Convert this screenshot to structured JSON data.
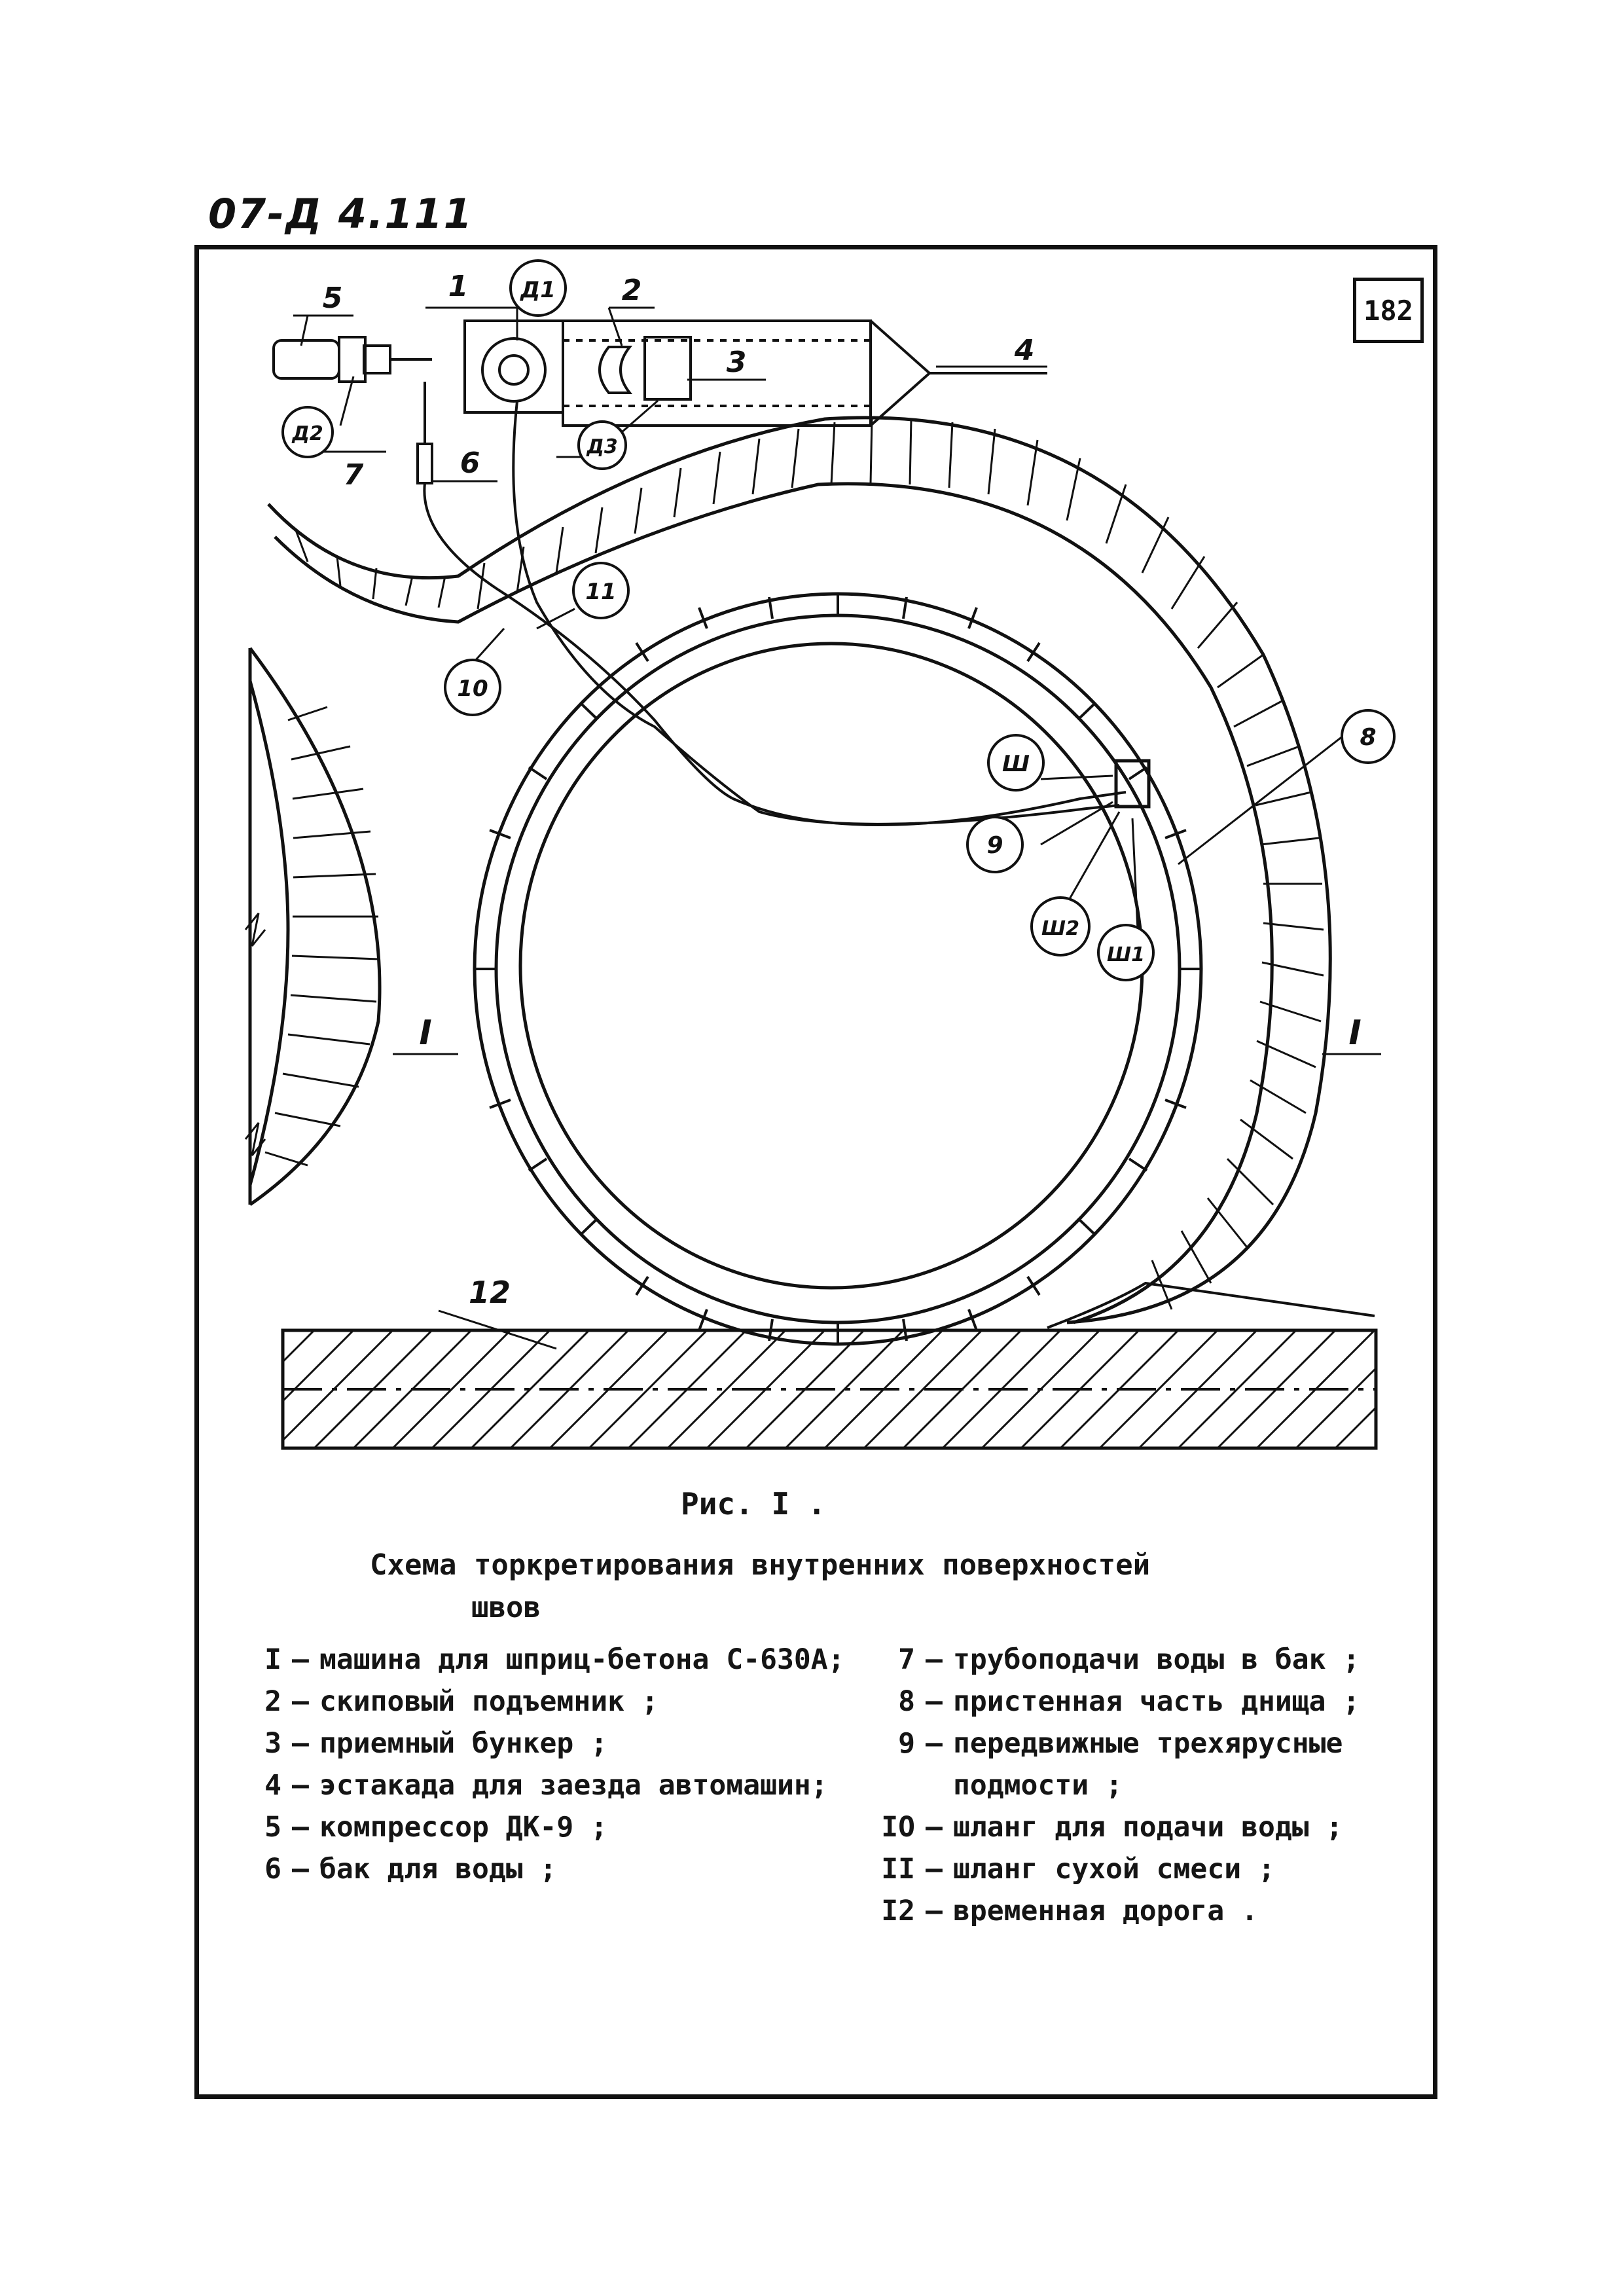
{
  "document": {
    "code": "07-Д 4.111",
    "page_number": "182"
  },
  "figure": {
    "label": "Рис. I .",
    "title_line1": "Схема торкретирования внутренних поверхностей",
    "title_line2": "швов",
    "markers": {
      "m1": "1",
      "m2": "2",
      "m3": "3",
      "m4": "4",
      "m5": "5",
      "m6": "6",
      "m7": "7",
      "m8": "8",
      "m9": "9",
      "m10": "10",
      "m11": "11",
      "m12": "12",
      "d1": "Д1",
      "d2": "Д2",
      "d3": "Д3",
      "sh": "Ш",
      "sh1": "Ш1",
      "sh2": "Ш2",
      "section_left": "I",
      "section_right": "I"
    }
  },
  "legend": {
    "left": [
      {
        "num": "I",
        "text": "машина для шприц-бетона С-630А;"
      },
      {
        "num": "2",
        "text": "скиповый подъемник ;"
      },
      {
        "num": "3",
        "text": "приемный бункер ;"
      },
      {
        "num": "4",
        "text": "эстакада для заезда автомашин;"
      },
      {
        "num": "5",
        "text": "компрессор ДК-9 ;"
      },
      {
        "num": "6",
        "text": "бак для воды ;"
      }
    ],
    "right": [
      {
        "num": "7",
        "text": "трубоподачи воды в бак ;"
      },
      {
        "num": "8",
        "text": "пристенная часть днища ;"
      },
      {
        "num": "9",
        "text": "передвижные трехярусные"
      },
      {
        "num": "",
        "text": "подмости ;"
      },
      {
        "num": "IO",
        "text": "шланг для подачи воды ;"
      },
      {
        "num": "II",
        "text": "шланг сухой смеси ;"
      },
      {
        "num": "I2",
        "text": "временная дорога ."
      }
    ]
  }
}
